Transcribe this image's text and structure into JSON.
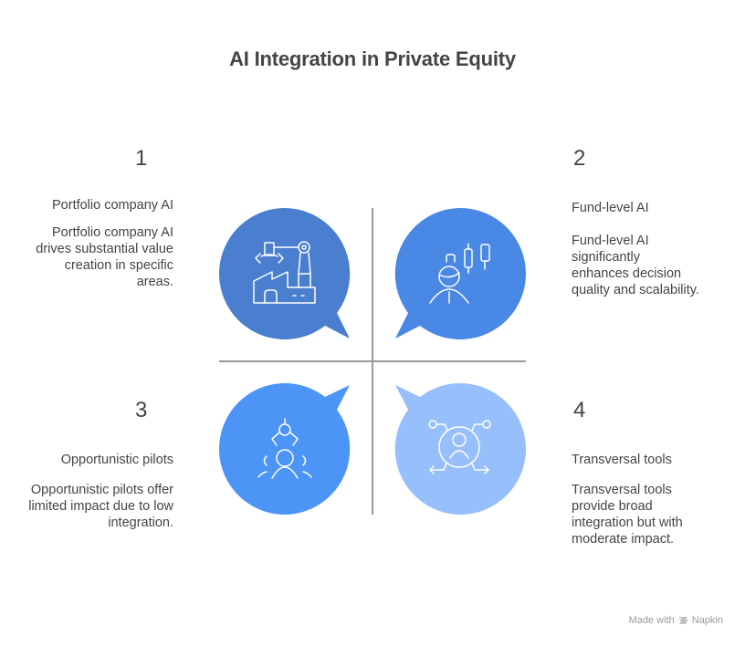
{
  "title": "AI Integration in Private Equity",
  "quadrants": [
    {
      "number": "1",
      "heading": "Portfolio company AI",
      "description": "Portfolio company AI drives substantial value creation in specific areas.",
      "icon": "factory-robot-arm-icon",
      "color": "#4a7fcf"
    },
    {
      "number": "2",
      "heading": "Fund-level AI",
      "description": "Fund-level AI significantly enhances decision quality and scalability.",
      "icon": "analyst-candlestick-chart-icon",
      "color": "#4a88e6"
    },
    {
      "number": "3",
      "heading": "Opportunistic pilots",
      "description": "Opportunistic pilots offer limited impact due to low integration.",
      "icon": "team-claw-icon",
      "color": "#4d94f7"
    },
    {
      "number": "4",
      "heading": "Transversal tools",
      "description": "Transversal tools provide broad integration but with moderate impact.",
      "icon": "connected-user-network-icon",
      "color": "#97bffb"
    }
  ],
  "axis_color": "#999999",
  "footer": {
    "made_with": "Made with",
    "brand": "Napkin"
  }
}
